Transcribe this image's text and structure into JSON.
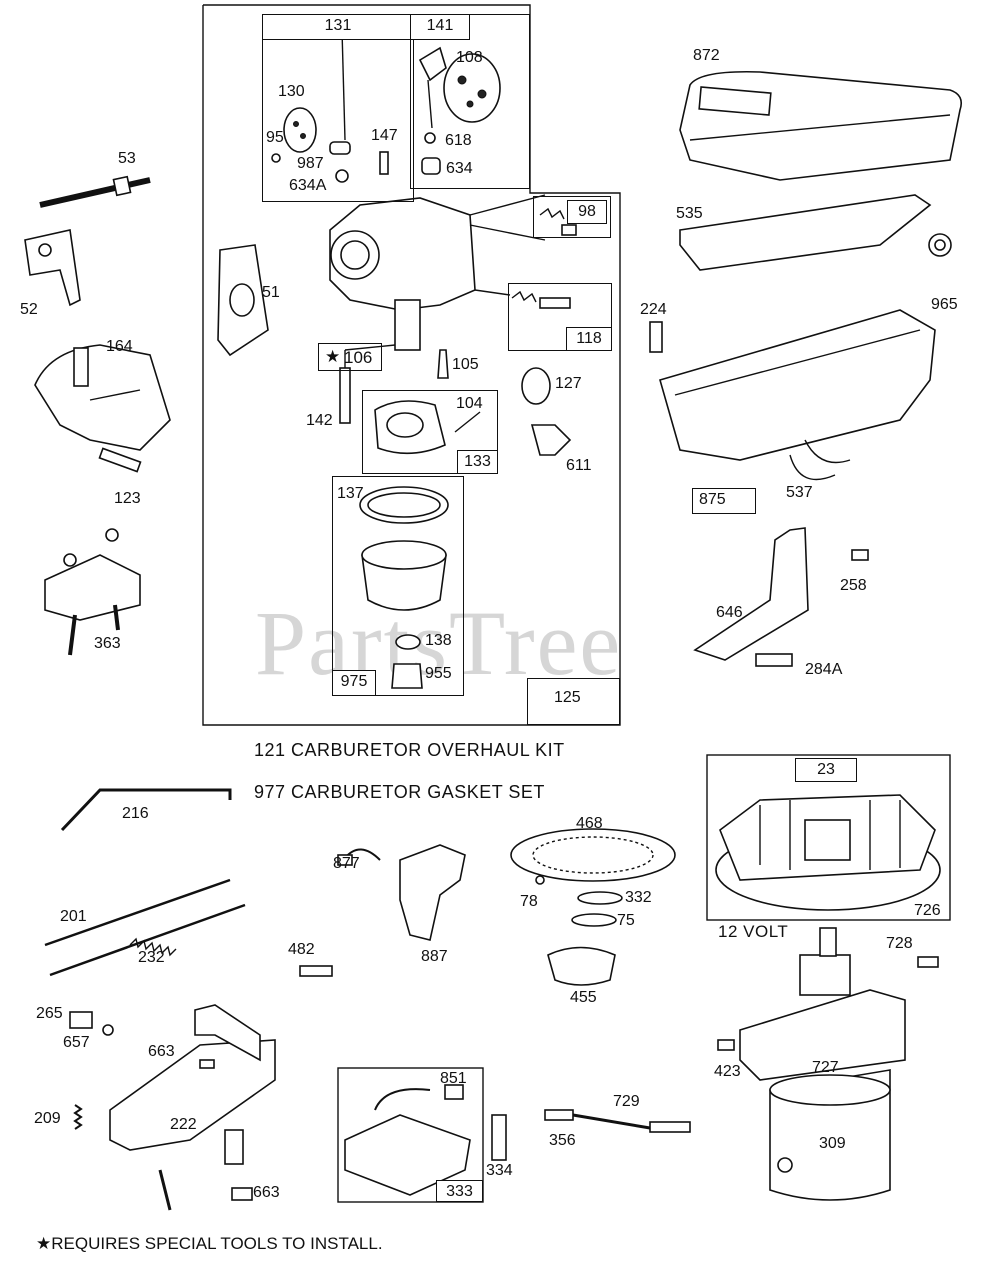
{
  "watermark": "PartsTree",
  "captions": {
    "overhaul_kit": "121 CARBURETOR OVERHAUL KIT",
    "gasket_set": "977 CARBURETOR GASKET SET",
    "twelve_volt": "12 VOLT"
  },
  "footnote": "REQUIRES SPECIAL TOOLS TO INSTALL.",
  "footnote_star": "★",
  "boxed_tags": {
    "t131": "131",
    "t141": "141",
    "t98": "98",
    "t118": "118",
    "t106": "106",
    "t133": "133",
    "t975": "975",
    "t125": "125",
    "t875": "875",
    "t23": "23",
    "t726": "726",
    "t333": "333"
  },
  "callouts": {
    "c130": "130",
    "c95": "95",
    "c987": "987",
    "c634a": "634A",
    "c108": "108",
    "c618": "618",
    "c634": "634",
    "c147": "147",
    "c53": "53",
    "c52": "52",
    "c51": "51",
    "c164": "164",
    "c123": "123",
    "c363": "363",
    "c105": "105",
    "c142": "142",
    "c104": "104",
    "c127": "127",
    "c611": "611",
    "c137": "137",
    "c138": "138",
    "c955": "955",
    "c872": "872",
    "c535": "535",
    "c965": "965",
    "c224": "224",
    "c537": "537",
    "c258": "258",
    "c646": "646",
    "c284a": "284A",
    "c216": "216",
    "c877": "877",
    "c468": "468",
    "c78": "78",
    "c332": "332",
    "c75": "75",
    "c201": "201",
    "c232": "232",
    "c887": "887",
    "c482": "482",
    "c455": "455",
    "c728": "728",
    "c265": "265",
    "c657": "657",
    "c663a": "663",
    "c663b": "663",
    "c209": "209",
    "c222": "222",
    "c851": "851",
    "c334": "334",
    "c729": "729",
    "c356": "356",
    "c423": "423",
    "c727": "727",
    "c309": "309"
  }
}
